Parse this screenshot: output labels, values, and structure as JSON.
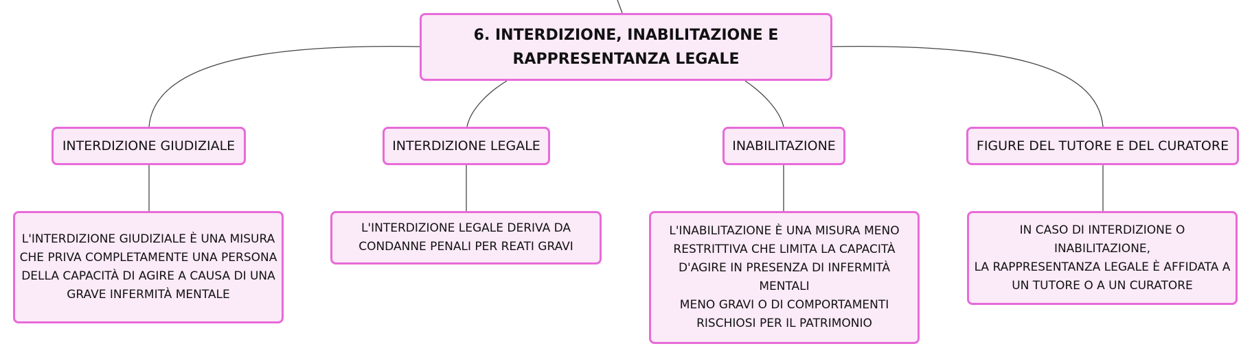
{
  "colors": {
    "node_fill": "#fbeaf8",
    "node_border": "#e86ad8",
    "connector": "#444444"
  },
  "main": {
    "title_line1": "6. INTERDIZIONE, INABILITAZIONE E",
    "title_line2": "RAPPRESENTANZA LEGALE"
  },
  "branches": [
    {
      "label": "INTERDIZIONE GIUDIZIALE",
      "description": [
        "L'INTERDIZIONE GIUDIZIALE È UNA MISURA",
        "CHE PRIVA COMPLETAMENTE UNA PERSONA",
        "DELLA CAPACITÀ DI AGIRE A CAUSA DI UNA",
        "GRAVE INFERMITÀ MENTALE"
      ]
    },
    {
      "label": "INTERDIZIONE LEGALE",
      "description": [
        "L'INTERDIZIONE LEGALE DERIVA DA",
        "CONDANNE PENALI PER REATI GRAVI"
      ]
    },
    {
      "label": "INABILITAZIONE",
      "description": [
        "L'INABILITAZIONE È UNA MISURA MENO",
        "RESTRITTIVA CHE LIMITA LA CAPACITÀ",
        "D'AGIRE IN PRESENZA DI INFERMITÀ MENTALI",
        "MENO GRAVI O DI COMPORTAMENTI",
        "RISCHIOSI PER IL PATRIMONIO"
      ]
    },
    {
      "label": "FIGURE DEL TUTORE E DEL CURATORE",
      "description": [
        "IN CASO DI INTERDIZIONE O INABILITAZIONE,",
        "LA RAPPRESENTANZA LEGALE È AFFIDATA A",
        "UN TUTORE O A UN CURATORE"
      ]
    }
  ]
}
